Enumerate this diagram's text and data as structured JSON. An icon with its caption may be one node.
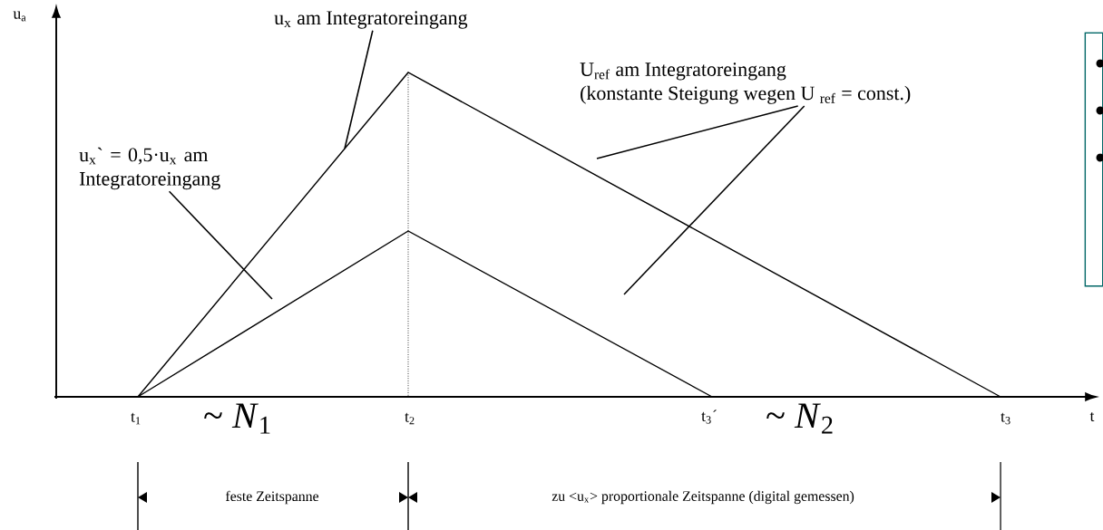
{
  "diagram": {
    "nodes": [
      {
        "text": [
          "u$_{x}$ am Integratoreingang"
        ]
      },
      {
        "text": [
          "u$_{x}$` = 0,5·u$_{x}$ am Integratoreingang"
        ]
      },
      {
        "text": [
          "U$_{ref}$ am Integratoreingang",
          "(konstante Steigung wegen U $_{ref}$ = const.)"
        ]
      },
      {
        "text": [],
        "shape": "box"
      }
    ],
    "edges": [
      {
        "from": 0,
        "to": null,
        "arrow": "none"
      },
      {
        "from": 1,
        "to": null,
        "arrow": "none"
      },
      {
        "from": 2,
        "to": null,
        "arrow": "none"
      },
      {
        "from": 2,
        "to": null,
        "arrow": "none"
      }
    ],
    "labels": [
      "u$_{a}$",
      "t$_{1}$",
      "~ *N*$_{1}$",
      "t$_{2}$",
      "t$_{3}$´",
      "~ *N*$_{2}$",
      "t$_{3}$",
      "t",
      "feste Zeitspanne",
      "zu <u$_{x}$> proportionale Zeitspanne (digital gemessen)"
    ]
  }
}
